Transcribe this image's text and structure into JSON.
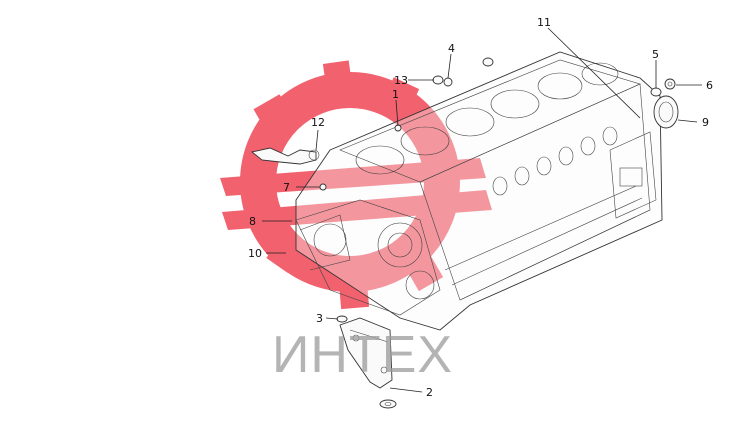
{
  "watermark": {
    "text": "ИНТЕХ",
    "logo_color": "#f03a4a",
    "text_color": "#9b9b9b"
  },
  "callouts": [
    {
      "id": "c1",
      "label": "1"
    },
    {
      "id": "c2",
      "label": "2"
    },
    {
      "id": "c3",
      "label": "3"
    },
    {
      "id": "c4",
      "label": "4"
    },
    {
      "id": "c5",
      "label": "5"
    },
    {
      "id": "c6",
      "label": "6"
    },
    {
      "id": "c7",
      "label": "7"
    },
    {
      "id": "c8",
      "label": "8"
    },
    {
      "id": "c9",
      "label": "9"
    },
    {
      "id": "c10",
      "label": "10"
    },
    {
      "id": "c11",
      "label": "11"
    },
    {
      "id": "c12",
      "label": "12"
    },
    {
      "id": "c13",
      "label": "13"
    }
  ]
}
